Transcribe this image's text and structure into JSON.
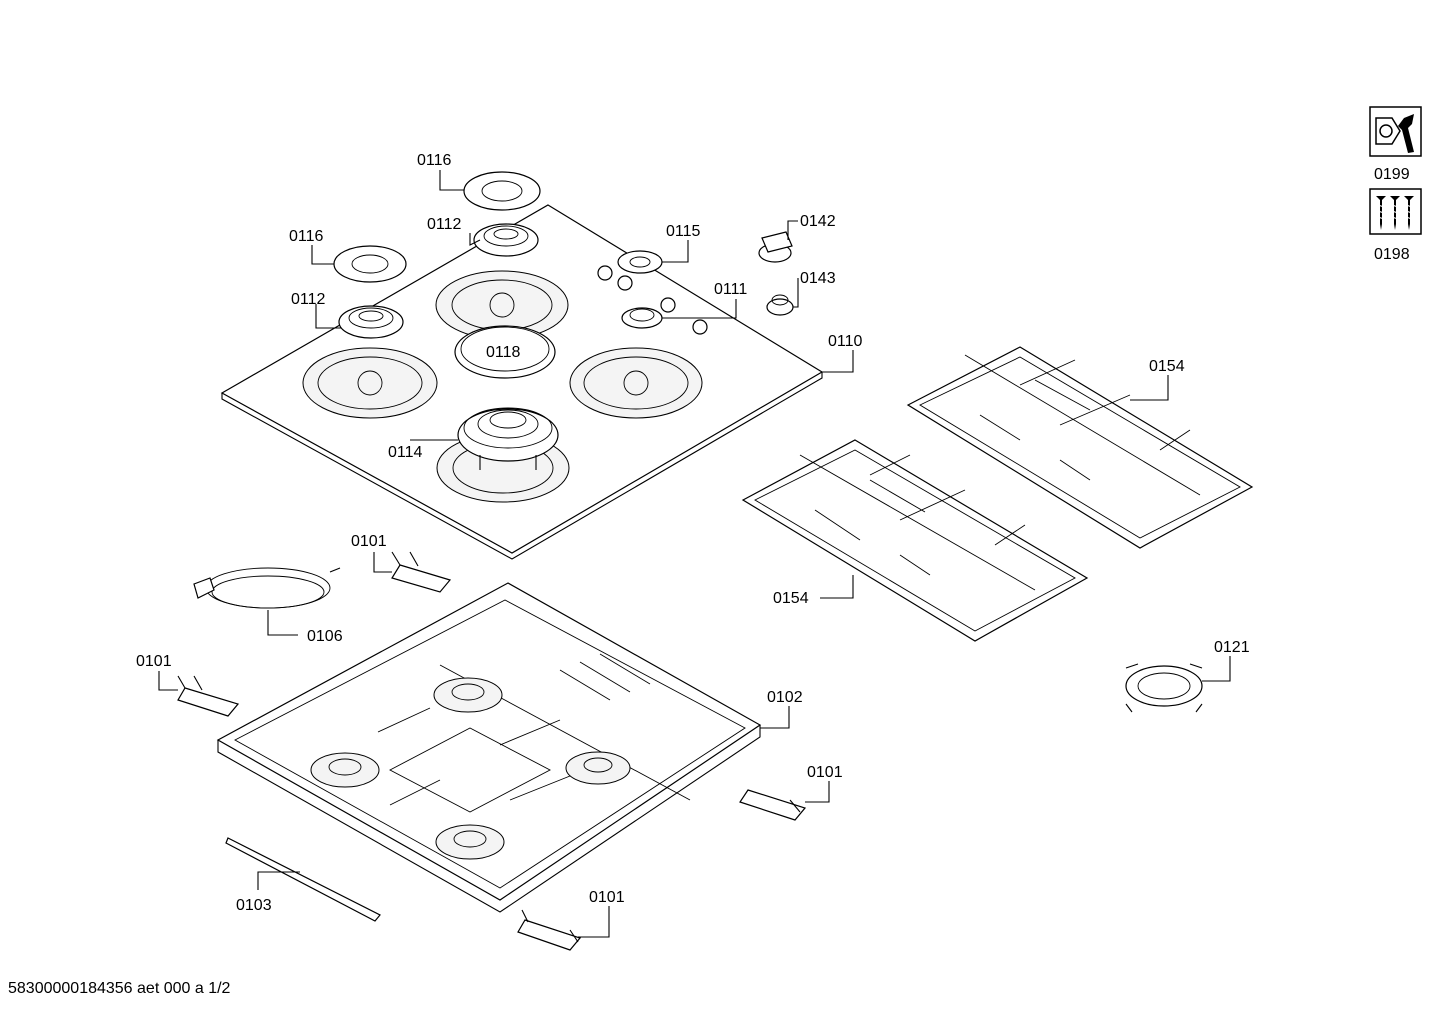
{
  "labels": {
    "l0116a": "0116",
    "l0116b": "0116",
    "l0112a": "0112",
    "l0112b": "0112",
    "l0115": "0115",
    "l0142": "0142",
    "l0143": "0143",
    "l0111": "0111",
    "l0110": "0110",
    "l0118": "0118",
    "l0114": "0114",
    "l0154a": "0154",
    "l0154b": "0154",
    "l0101a": "0101",
    "l0101b": "0101",
    "l0101c": "0101",
    "l0101d": "0101",
    "l0106": "0106",
    "l0102": "0102",
    "l0103": "0103",
    "l0121": "0121",
    "l0199": "0199",
    "l0198": "0198"
  },
  "footer": "58300000184356 aet 000 a 1/2"
}
